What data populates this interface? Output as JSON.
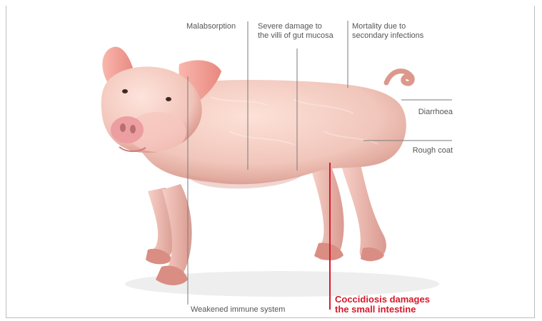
{
  "top_fragment": "",
  "labels": {
    "malabsorption": "Malabsorption",
    "villi_damage": "Severe damage to\nthe villi of gut mucosa",
    "mortality": "Mortality due to\nsecondary infections",
    "diarrhoea": "Diarrhoea",
    "rough_coat": "Rough coat",
    "immune_system": "Weakened immune system",
    "coccidiosis": "Coccidiosis damages\nthe small intestine"
  },
  "colors": {
    "callout_line": "#7a7a7a",
    "highlight_line": "#d7192a",
    "pig_skin": "#f0c2b8",
    "pig_shadow": "#d88f86",
    "ear_inner": "#e88f86",
    "snout": "#e8989c"
  },
  "icon_names": {
    "pig": "pig-illustration"
  }
}
